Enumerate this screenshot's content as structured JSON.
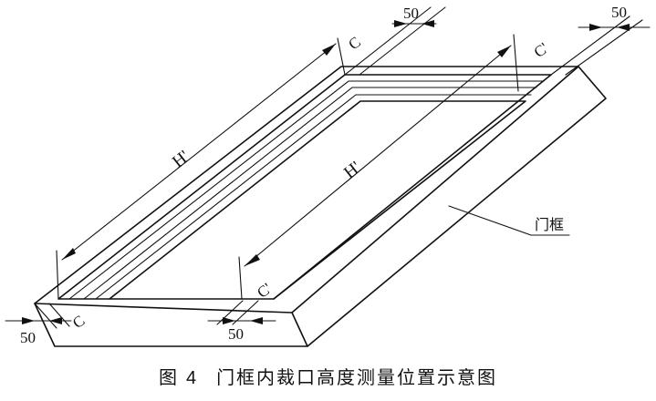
{
  "labels": {
    "dim_50": "50",
    "c": "C",
    "c_prime": "C'",
    "h_prime": "H'",
    "door_frame": "门框"
  },
  "caption": {
    "prefix": "图",
    "number": "4",
    "text": "门框内裁口高度测量位置示意图"
  }
}
